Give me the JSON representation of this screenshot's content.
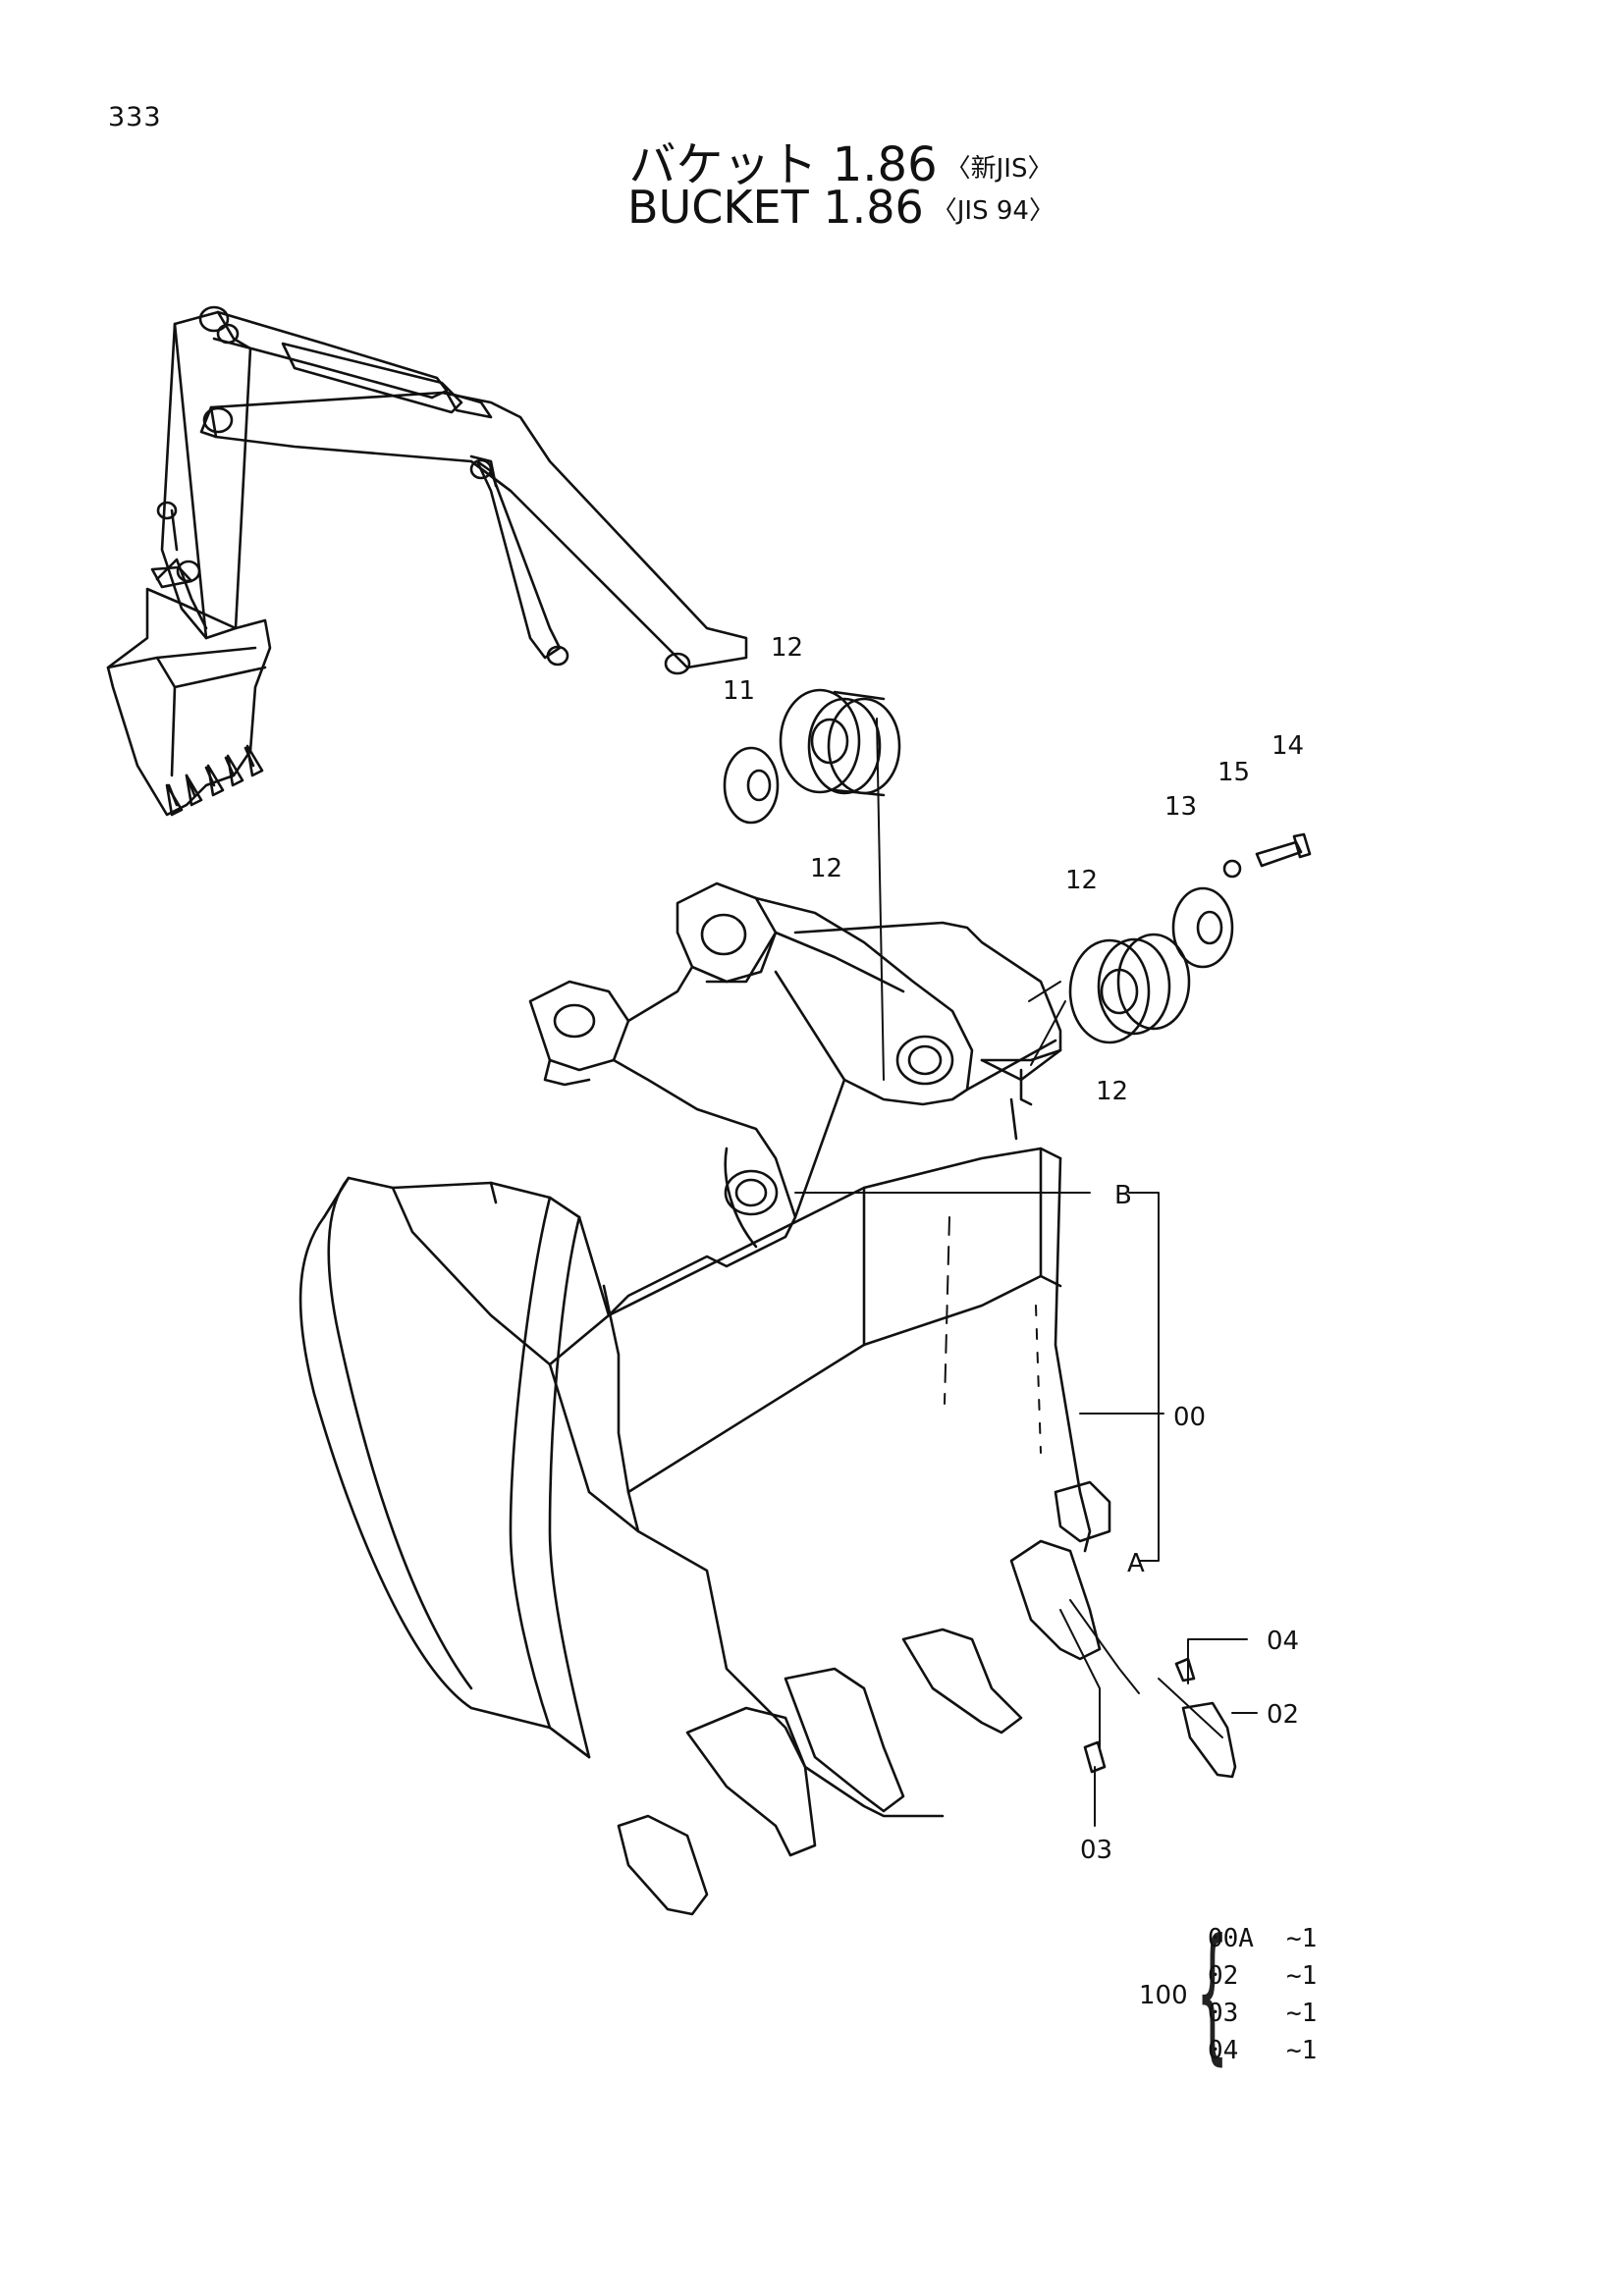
{
  "page_number": "333",
  "title": {
    "jp": "バケット 1.86",
    "jp_note": "〈新JIS〉",
    "en": "BUCKET 1.86",
    "en_note": "〈JIS 94〉"
  },
  "callouts": {
    "c11": "11",
    "c12a": "12",
    "c12b": "12",
    "c12c": "12",
    "c12d": "12",
    "c13": "13",
    "c14": "14",
    "c15": "15",
    "cB": "B",
    "c00": "00",
    "cA": "A",
    "c04": "04",
    "c02": "02",
    "c03": "03"
  },
  "kit": {
    "number": "100",
    "items": [
      {
        "code": "00A",
        "qty": "~1"
      },
      {
        "code": "02",
        "qty": "~1"
      },
      {
        "code": "03",
        "qty": "~1"
      },
      {
        "code": "04",
        "qty": "~1"
      }
    ]
  }
}
